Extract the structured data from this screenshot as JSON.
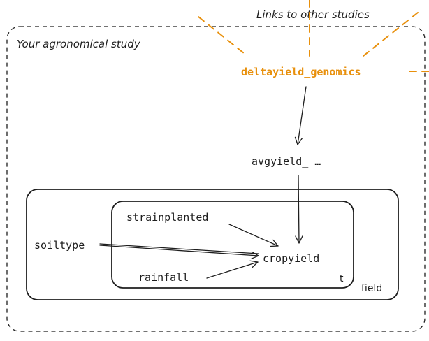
{
  "diagram": {
    "study_label": "Your agronomical study",
    "links_label": "Links to other studies",
    "accent_color": "#e8900c",
    "line_color": "#1e1e1e",
    "nodes": {
      "deltayield": "deltayield_genomics",
      "avgyield": "avgyield_ …",
      "strainplanted": "strainplanted",
      "soiltype": "soiltype",
      "rainfall": "rainfall",
      "cropyield": "cropyield"
    },
    "plates": {
      "inner": "t",
      "outer": "field"
    },
    "edges": [
      {
        "from": "deltayield",
        "to": "avgyield"
      },
      {
        "from": "avgyield",
        "to": "cropyield"
      },
      {
        "from": "strainplanted",
        "to": "cropyield"
      },
      {
        "from": "soiltype",
        "to": "cropyield"
      },
      {
        "from": "rainfall",
        "to": "cropyield"
      }
    ]
  }
}
